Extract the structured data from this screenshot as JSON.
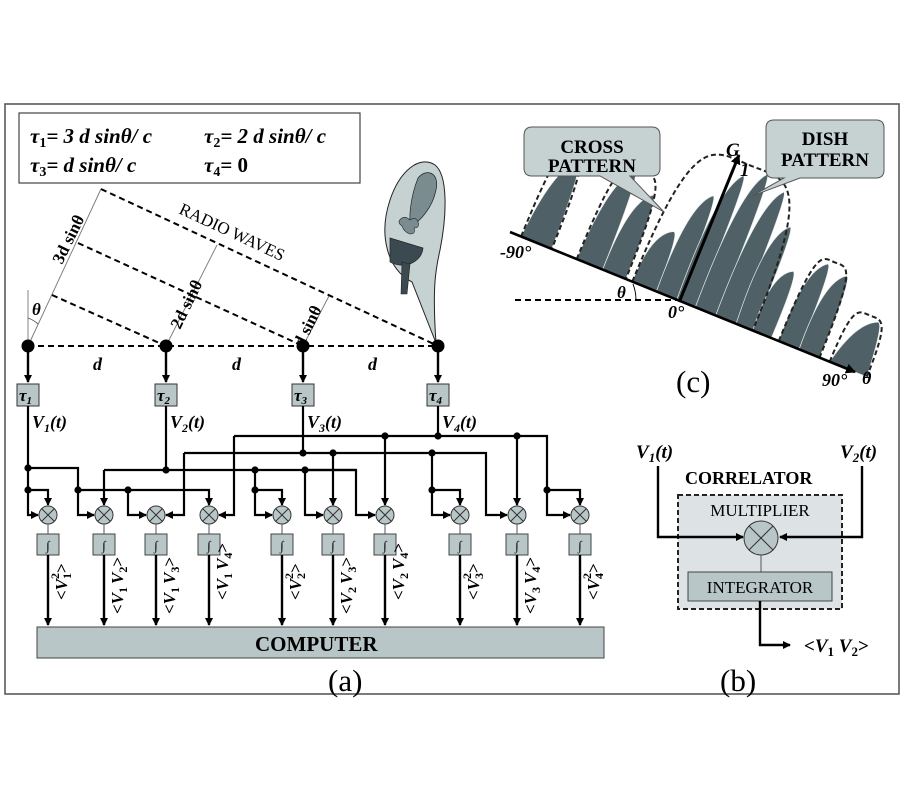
{
  "figure": {
    "panels": [
      "(a)",
      "(b)",
      "(c)"
    ]
  },
  "panel_a": {
    "delays_box": {
      "tau1": {
        "sym": "τ",
        "sub": "1",
        "expr": "= 3 d sinθ/ c"
      },
      "tau2": {
        "sym": "τ",
        "sub": "2",
        "expr": "= 2 d sinθ/ c"
      },
      "tau3": {
        "sym": "τ",
        "sub": "3",
        "expr": "= d sinθ/ c"
      },
      "tau4": {
        "sym": "τ",
        "sub": "4",
        "expr": "= 0"
      }
    },
    "radio_waves_label": "RADIO WAVES",
    "path_labels": [
      "3d sinθ",
      "2d sinθ",
      "d sinθ"
    ],
    "angle_label": "θ",
    "spacing_label": "d",
    "antennas": [
      {
        "delay": "τ",
        "delay_sub": "1",
        "signal": "V",
        "signal_sub": "1",
        "signal_arg": "(t)"
      },
      {
        "delay": "τ",
        "delay_sub": "2",
        "signal": "V",
        "signal_sub": "2",
        "signal_arg": "(t)"
      },
      {
        "delay": "τ",
        "delay_sub": "3",
        "signal": "V",
        "signal_sub": "3",
        "signal_arg": "(t)"
      },
      {
        "delay": "τ",
        "delay_sub": "4",
        "signal": "V",
        "signal_sub": "4",
        "signal_arg": "(t)"
      }
    ],
    "integrator_symbol": "∫",
    "correlator_outputs": [
      {
        "label": "<V",
        "a": "1",
        "b": "",
        "sq": "2",
        "end": ">"
      },
      {
        "label": "<V",
        "a": "1",
        "b": "2",
        "sq": "",
        "end": ">"
      },
      {
        "label": "<V",
        "a": "1",
        "b": "3",
        "sq": "",
        "end": ">"
      },
      {
        "label": "<V",
        "a": "1",
        "b": "4",
        "sq": "",
        "end": ">"
      },
      {
        "label": "<V",
        "a": "2",
        "b": "",
        "sq": "2",
        "end": ">"
      },
      {
        "label": "<V",
        "a": "2",
        "b": "3",
        "sq": "",
        "end": ">"
      },
      {
        "label": "<V",
        "a": "2",
        "b": "4",
        "sq": "",
        "end": ">"
      },
      {
        "label": "<V",
        "a": "3",
        "b": "",
        "sq": "2",
        "end": ">"
      },
      {
        "label": "<V",
        "a": "3",
        "b": "4",
        "sq": "",
        "end": ">"
      },
      {
        "label": "<V",
        "a": "4",
        "b": "",
        "sq": "2",
        "end": ">"
      }
    ],
    "computer_label": "COMPUTER",
    "caption": "(a)"
  },
  "panel_b": {
    "input1": {
      "v": "V",
      "sub": "1",
      "arg": "(t)"
    },
    "input2": {
      "v": "V",
      "sub": "2",
      "arg": "(t)"
    },
    "title": "CORRELATOR",
    "multiplier": "MULTIPLIER",
    "integrator": "INTEGRATOR",
    "output": {
      "open": "<V",
      "a": "1",
      "mid": " V",
      "b": "2",
      "close": ">"
    },
    "caption": "(b)"
  },
  "panel_c": {
    "cross_pattern_label": [
      "CROSS",
      "PATTERN"
    ],
    "dish_pattern_label": [
      "DISH",
      "PATTERN"
    ],
    "gain_axis_label": "G",
    "gain_unit_label": "1",
    "axis_min_label": "-90°",
    "axis_zero_label": "0°",
    "axis_max_label": "90°",
    "axis_var_label": "θ",
    "tilt_angle_label": "θ",
    "caption": "(c)"
  },
  "colors": {
    "frame": "#5a5a5a",
    "box_fill": "#b9c6c8",
    "bubble_fill": "#c6d1d2",
    "lobe_fill": "#4f6167",
    "dish_dark": "#3a4a50",
    "correlator_fill": "#dde3e4",
    "line": "#000000"
  }
}
